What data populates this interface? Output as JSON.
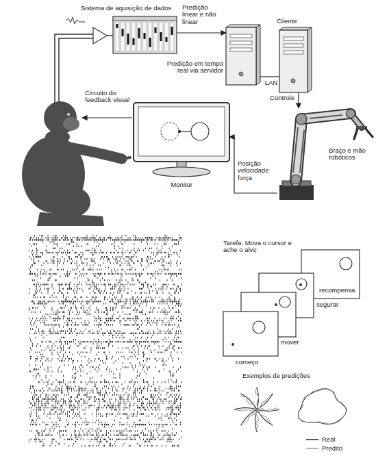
{
  "diagram": {
    "nodes": [
      {
        "text": [
          "Sistema de aquisição de dados"
        ]
      },
      {
        "text": [
          "Predição em tempo real via servidor"
        ]
      },
      {
        "text": [
          "Cliente"
        ]
      },
      {
        "text": [
          "Braço e mão robóticos"
        ]
      },
      {
        "text": [
          "Monitor"
        ]
      }
    ],
    "edges": [
      {
        "from": 0,
        "to": 1,
        "arrow": "to",
        "label": "Predição linear e não linear"
      },
      {
        "from": 1,
        "to": 2,
        "arrow": "none",
        "label": "LAN"
      },
      {
        "from": 2,
        "to": 3,
        "arrow": "to",
        "label": "Controle"
      },
      {
        "from": 3,
        "to": 4,
        "arrow": "to",
        "label": "Posição velocidade força"
      }
    ],
    "labels": [
      "Circuito do feedback visual",
      "Tarefa: Mova o cursor e ache o alvo",
      "começo",
      "mover",
      "segurar",
      "recompensa",
      "Exemplos de predições"
    ],
    "legend": [
      {
        "text": "Real"
      },
      {
        "text": "Predito"
      }
    ]
  }
}
